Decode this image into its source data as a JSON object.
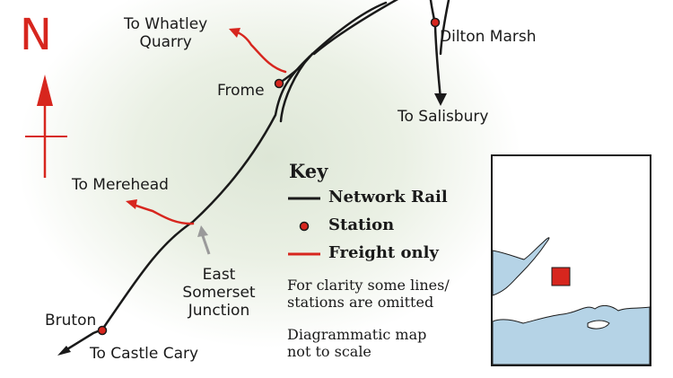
{
  "north": "N",
  "places": {
    "whatley": "To Whatley\nQuarry",
    "dilton": "Dilton Marsh",
    "frome": "Frome",
    "salisbury": "To Salisbury",
    "merehead": "To Merehead",
    "esj": "East\nSomerset\nJunction",
    "bruton": "Bruton",
    "castle_cary": "To Castle Cary"
  },
  "key": {
    "title": "Key",
    "network_rail": "Network Rail",
    "station": "Station",
    "freight": "Freight only",
    "note1": "For clarity some lines/\nstations are omitted",
    "note2": "Diagrammatic map\nnot to scale"
  },
  "colors": {
    "track": "#1a1a1a",
    "freight": "#d7261e",
    "station_fill": "#d7261e",
    "sea": "#b5d3e6",
    "pointer": "#9a9a9a"
  },
  "icons": {
    "north_arrow": "north-arrow-icon",
    "pointer": "pointer-arrow-icon"
  }
}
